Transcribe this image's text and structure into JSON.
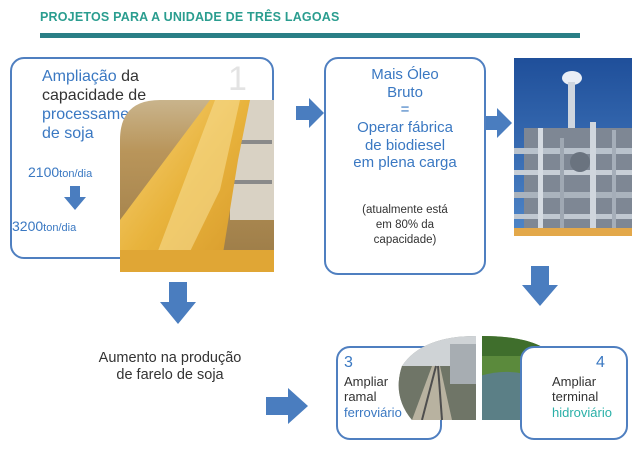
{
  "title": "PROJETOS PARA A UNIDADE DE TRÊS LAGOAS",
  "box1": {
    "num": "1",
    "line1_a": "Ampliação",
    "line1_b": " da",
    "line2": "capacidade de",
    "line3": "processamento",
    "line4": "de soja",
    "cap_from_value": "2100",
    "cap_from_unit": "ton/dia",
    "cap_to_value": "3200",
    "cap_to_unit": "ton/dia"
  },
  "box2": {
    "line1": "Mais Óleo",
    "line2": "Bruto",
    "equals": "=",
    "line3": "Operar fábrica",
    "line4": "de biodiesel",
    "line5": "em plena carga",
    "note1": "(atualmente está",
    "note2": "em 80% da",
    "note3": "capacidade)"
  },
  "farelo": {
    "line1": "Aumento na produção",
    "line2": "de farelo de soja"
  },
  "box3": {
    "num": "3",
    "line1": "Ampliar",
    "line2": "ramal",
    "line3": "ferroviário"
  },
  "box4": {
    "num": "4",
    "line1": "Ampliar",
    "line2": "terminal",
    "line3": "hidroviário"
  },
  "colors": {
    "accent_blue": "#3a78c2",
    "teal": "#2ab0a8",
    "rule": "#2a7f86",
    "arrow": "#4a7dbf"
  },
  "icons": [
    "arrow-right-icon",
    "arrow-down-icon"
  ]
}
